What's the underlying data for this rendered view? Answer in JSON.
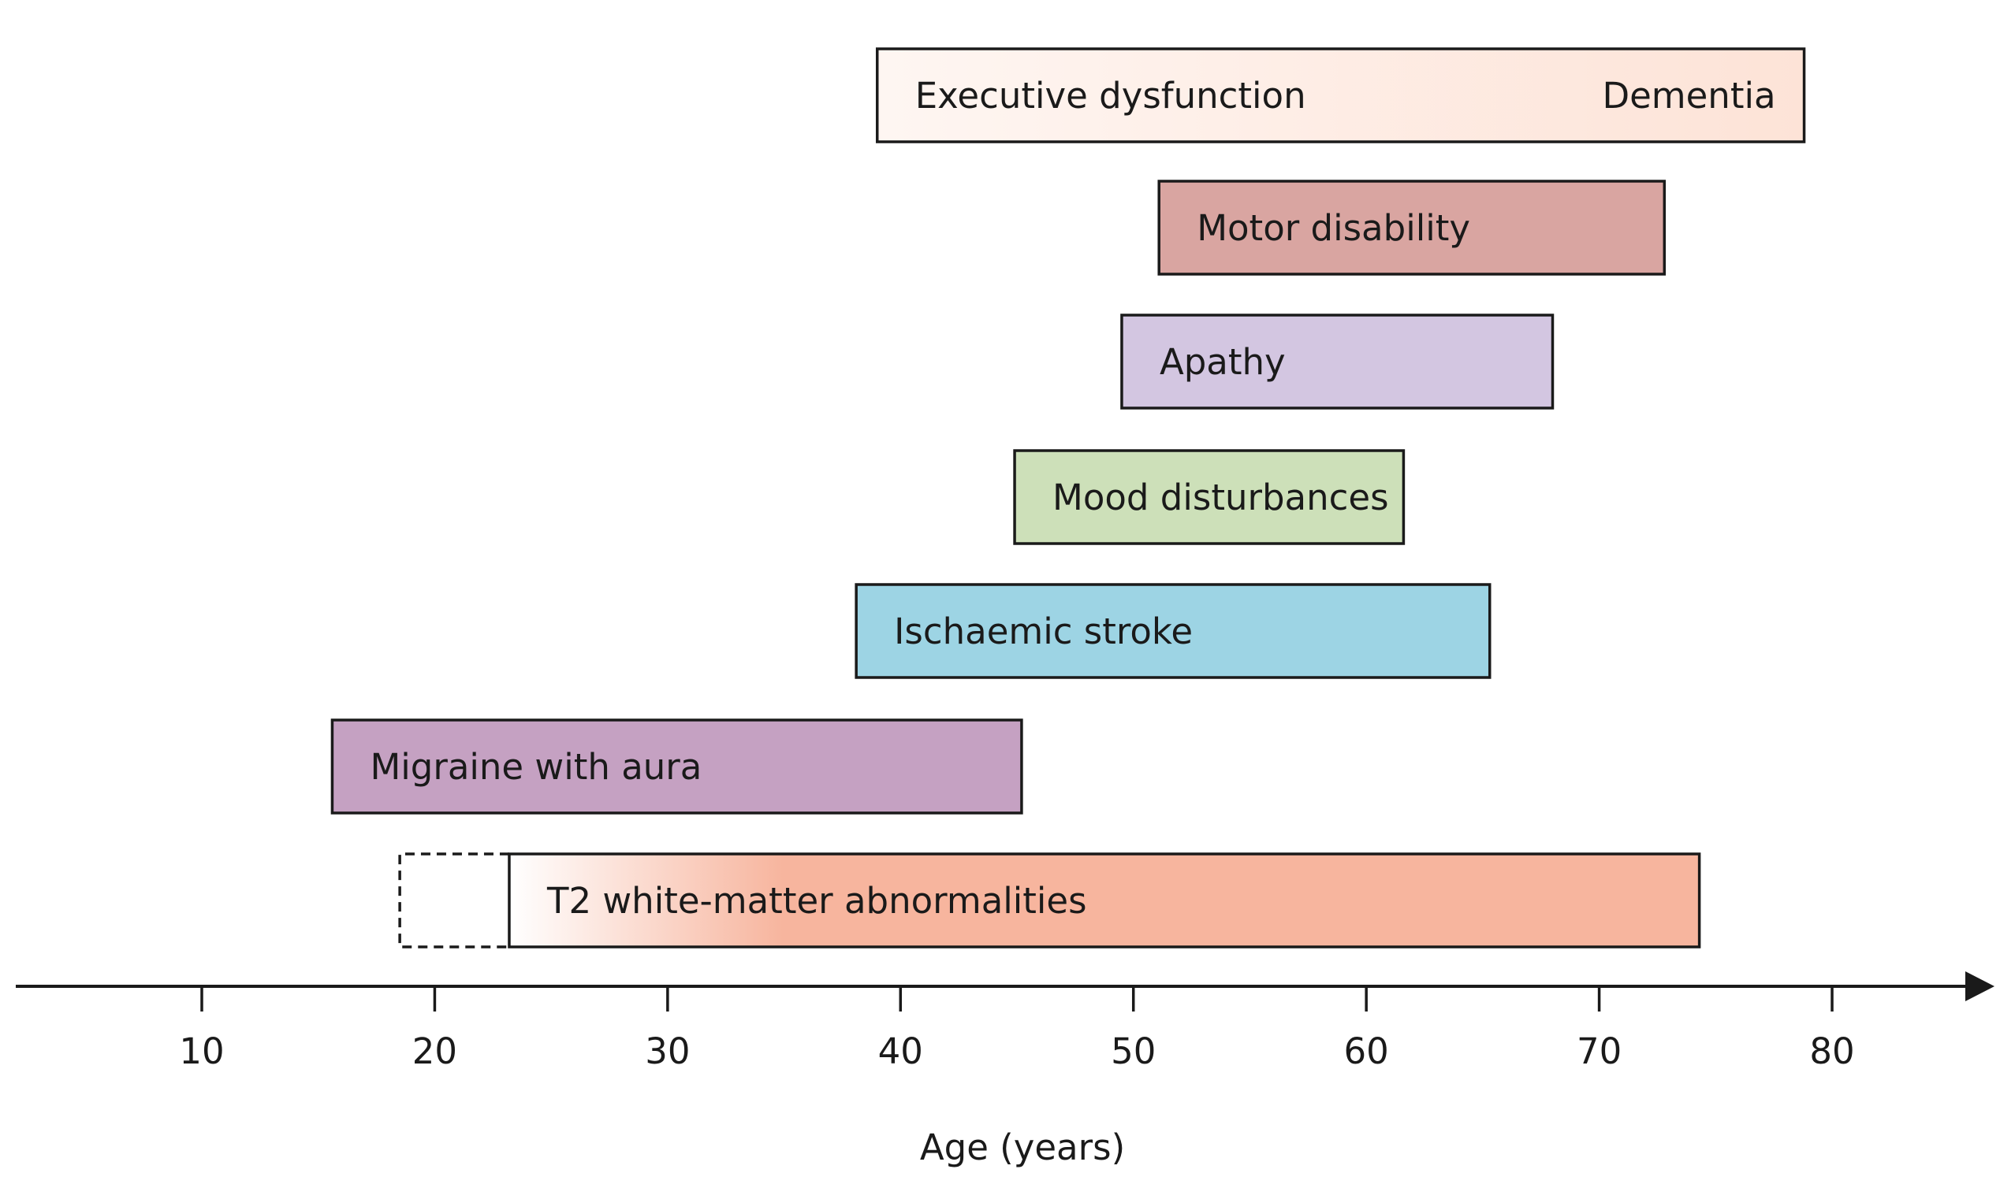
{
  "chart_data": {
    "type": "bar",
    "orientation": "horizontal",
    "xlabel": "Age (years)",
    "xticks": [
      10,
      20,
      30,
      40,
      50,
      60,
      70,
      80
    ],
    "xlim": [
      2,
      87
    ],
    "bars": [
      {
        "label": "Executive dysfunction",
        "end_label": "Dementia",
        "start": 39,
        "end": 78.8,
        "color": "#fde7dd",
        "fill": "gradient",
        "gradient_from": "#fef5f1",
        "gradient_to": "#fde2d6"
      },
      {
        "label": "Motor disability",
        "start": 51.1,
        "end": 72.8,
        "color": "#d9a5a1"
      },
      {
        "label": "Apathy",
        "start": 49.5,
        "end": 68,
        "color": "#d3c6e1"
      },
      {
        "label": "Mood disturbances",
        "start": 44.9,
        "end": 61.6,
        "color": "#cde0b9"
      },
      {
        "label": "Ischaemic stroke",
        "start": 38.1,
        "end": 65.3,
        "color": "#9dd4e4"
      },
      {
        "label": "Migraine with aura",
        "start": 15.6,
        "end": 45.2,
        "color": "#c5a1c2"
      },
      {
        "label": "T2 white-matter abnormalities",
        "start": 23.2,
        "end": 74.3,
        "color": "#f7b59e",
        "fill": "gradient",
        "gradient_from": "#ffffff",
        "gradient_to": "#f7b59e",
        "dashed_extension_start": 18.5
      }
    ]
  }
}
